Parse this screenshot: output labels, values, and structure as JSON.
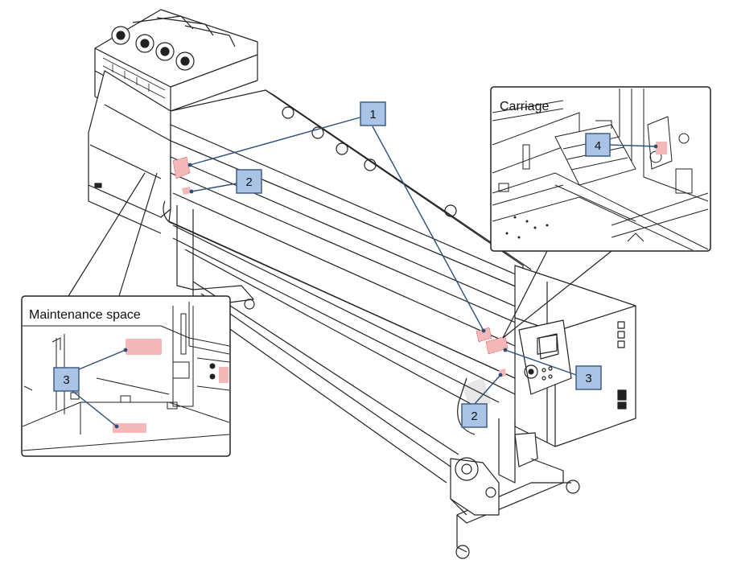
{
  "insets": {
    "carriage_title": "Carriage",
    "maintenance_title": "Maintenance space"
  },
  "callouts": {
    "c1_top": "1",
    "c2_left": "2",
    "c2_bottom": "2",
    "c3_right": "3",
    "c3_maintenance": "3",
    "c4_carriage": "4"
  },
  "colors": {
    "callout_fill": "#a9c4e4",
    "callout_border": "#3f5f86",
    "label_area": "#f4b8b8",
    "line": "#222222",
    "leader": "#2b4f7a"
  }
}
